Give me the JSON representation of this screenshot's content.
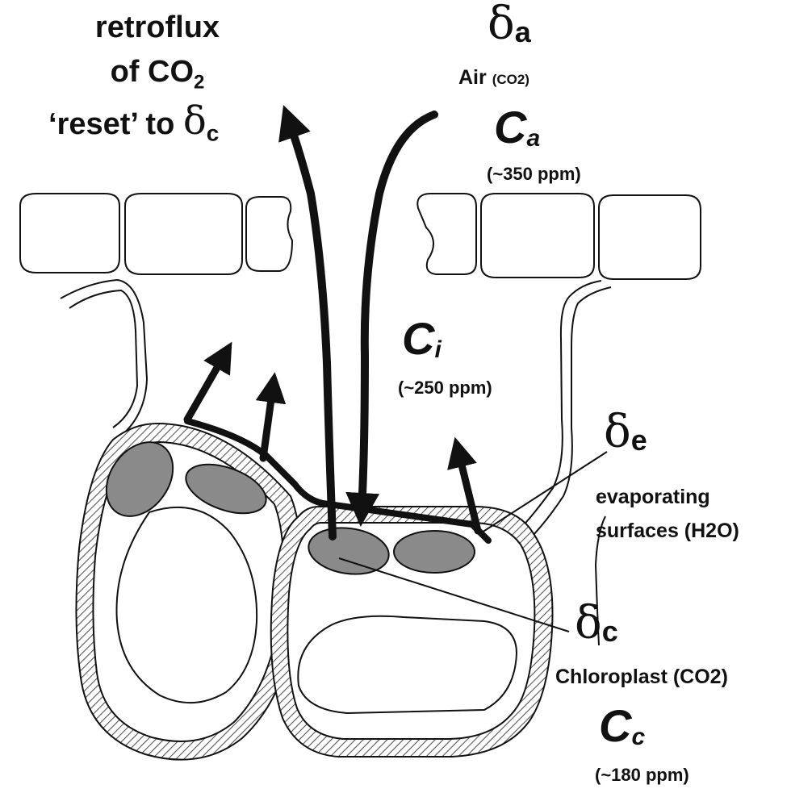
{
  "retroflux": {
    "line1": "retroflux",
    "line2_main": "of CO",
    "line2_sub": "2",
    "line3_prefix": "‘reset’ to ",
    "line3_symbol": "δ",
    "line3_sub": "c"
  },
  "air": {
    "symbol": "δ",
    "symbol_sub": "a",
    "name": "Air",
    "gas": "(CO2)",
    "conc_var": "C",
    "conc_sub": "a",
    "conc_value": "(~350 ppm)"
  },
  "intercellular": {
    "conc_var": "C",
    "conc_sub": "i",
    "conc_value": "(~250 ppm)"
  },
  "evaporating": {
    "symbol": "δ",
    "symbol_sub": "e",
    "line1": "evaporating",
    "line2": "surfaces (H2O)"
  },
  "chloroplast": {
    "symbol": "δ",
    "symbol_sub": "c",
    "name": "Chloroplast (CO2)",
    "conc_var": "C",
    "conc_sub": "c",
    "conc_value": "(~180 ppm)"
  },
  "colors": {
    "ink": "#111111",
    "chloroplast_fill": "#8a8a8a",
    "wall_hatch": "#555555",
    "background": "#ffffff"
  }
}
